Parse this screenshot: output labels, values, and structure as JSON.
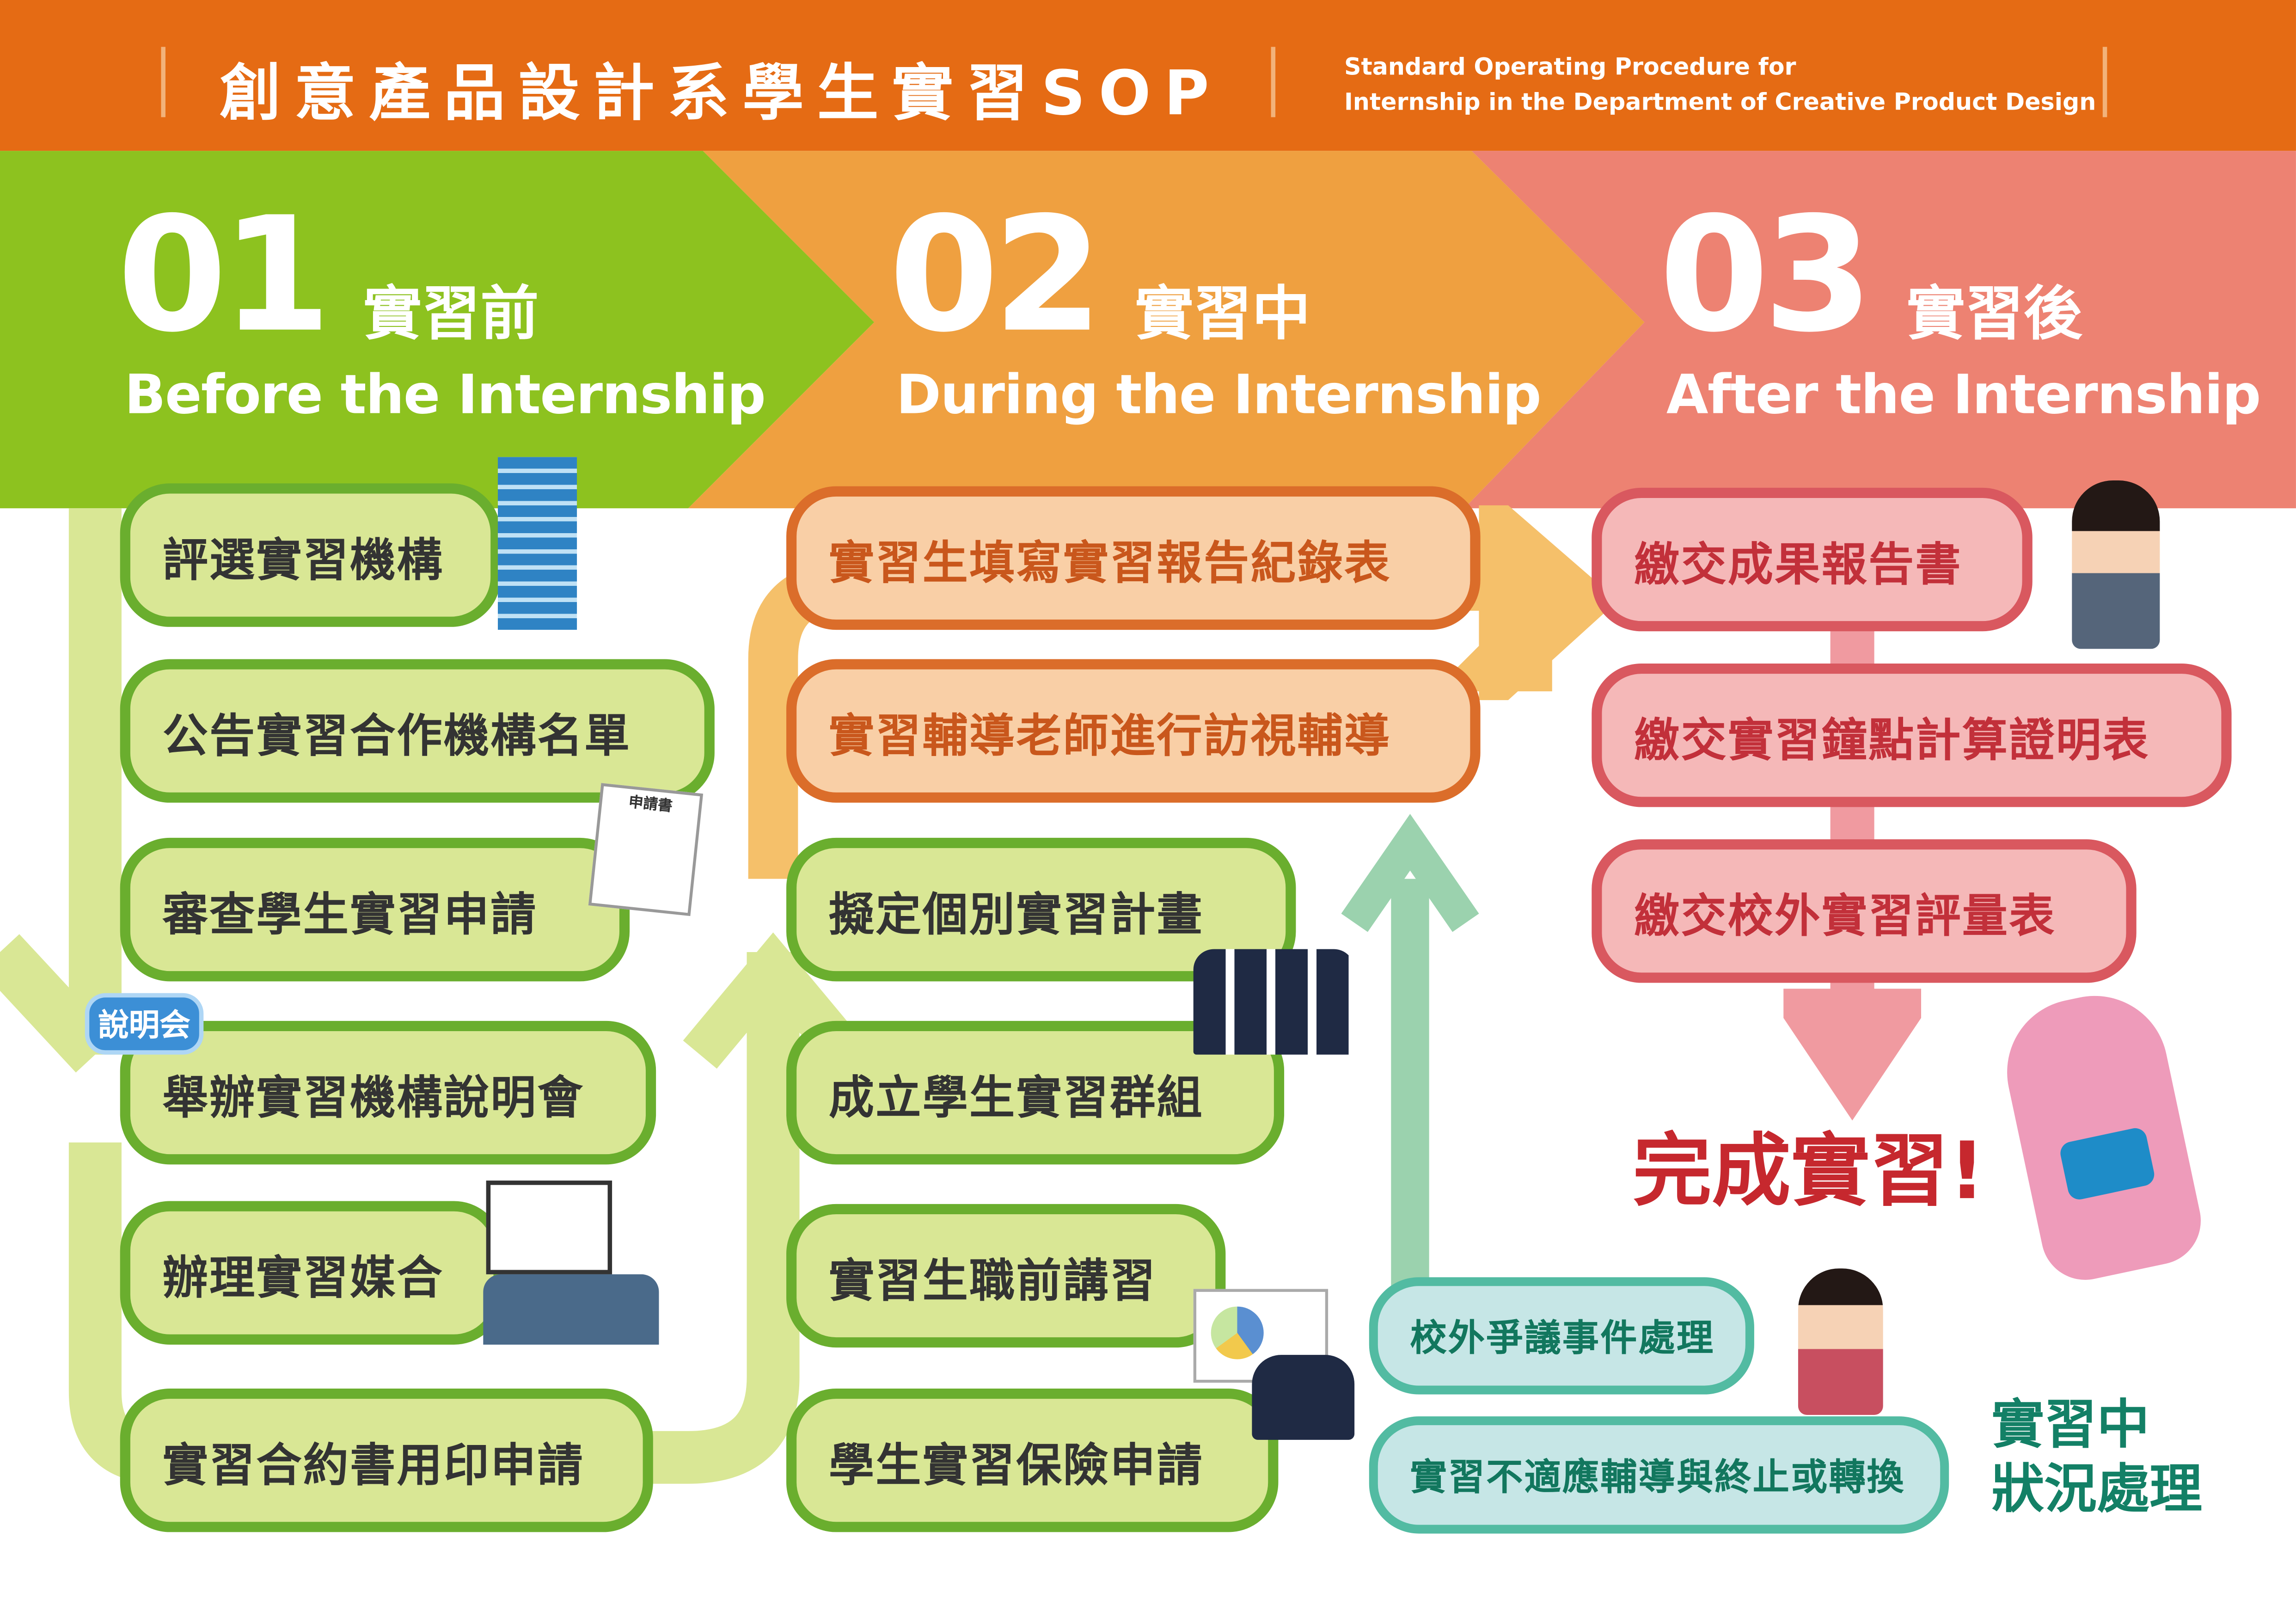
{
  "header": {
    "title": "創意產品設計系學生實習SOP",
    "subtitle_line1": "Standard Operating Procedure for",
    "subtitle_line2": "Internship in the Department of Creative Product Design"
  },
  "phases": [
    {
      "number": "01",
      "zh": "實習前",
      "en": "Before the Internship",
      "color": "#8DC21F"
    },
    {
      "number": "02",
      "zh": "實習中",
      "en": "During the Internship",
      "color": "#EFA040"
    },
    {
      "number": "03",
      "zh": "實習後",
      "en": "After the Internship",
      "color": "#ED8272"
    }
  ],
  "before_steps": [
    "評選實習機構",
    "公告實習合作機構名單",
    "審查學生實習申請",
    "舉辦實習機構說明會",
    "辦理實習媒合",
    "實習合約書用印申請"
  ],
  "during_steps": [
    "擬定個別實習計畫",
    "成立學生實習群組",
    "實習生職前講習",
    "學生實習保險申請"
  ],
  "during_report_steps": [
    "實習生填寫實習報告紀錄表",
    "實習輔導老師進行訪視輔導"
  ],
  "after_steps": [
    "繳交成果報告書",
    "繳交實習鐘點計算證明表",
    "繳交校外實習評量表"
  ],
  "issue_steps": [
    "校外爭議事件處理",
    "實習不適應輔導與終止或轉換"
  ],
  "issue_title_line1": "實習中",
  "issue_title_line2": "狀況處理",
  "completion": "完成實習!",
  "badge": "說明会",
  "form_label": "申請書"
}
